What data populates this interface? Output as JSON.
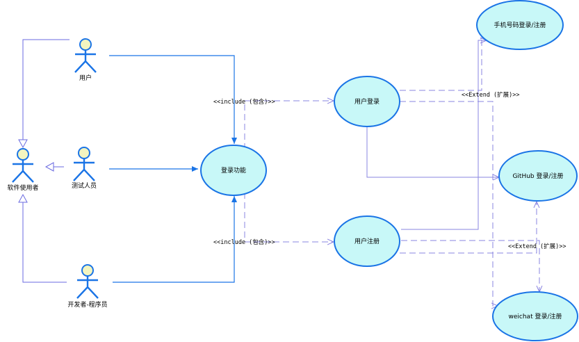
{
  "actors": {
    "user": "用户",
    "tester": "测试人员",
    "developer": "开发者-程序员",
    "software_user": "软件使用者"
  },
  "use_cases": {
    "login_function": "登录功能",
    "user_login": "用户登录",
    "user_register": "用户注册",
    "phone_login": "手机号码登录/注册",
    "github_login": "GitHub 登录/注册",
    "wechat_login": "weichat 登录/注册"
  },
  "relation_labels": {
    "include_login": "<<include (包含)>>",
    "include_register": "<<include (包含)>>",
    "extend_login": "<<Extend (扩展)>>",
    "extend_register": "<<Extend (扩展)>>"
  },
  "colors": {
    "use_case_fill": "#c8f8f8",
    "use_case_stroke": "#1a74e6",
    "actor_head": "#f3f5c0",
    "dependency_line": "#8a84e0",
    "generalization_line": "#6a6ae0"
  }
}
